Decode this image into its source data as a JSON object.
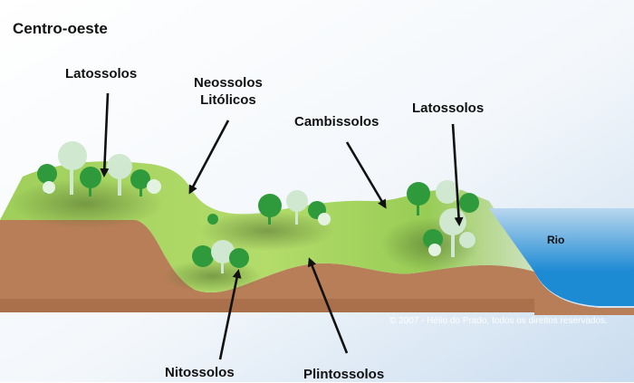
{
  "title": "Centro-oeste",
  "labels": {
    "latossolos_left": "Latossolos",
    "neossolos_line1": "Neossolos",
    "neossolos_line2": "Litólicos",
    "cambissolos": "Cambissolos",
    "latossolos_right": "Latossolos",
    "nitossolos": "Nitossolos",
    "plintossolos": "Plintossolos",
    "rio": "Rio"
  },
  "credit": "© 2007 - Hélio do Prado, todos os direitos reservados.",
  "colors": {
    "sky_top": "#c9dcef",
    "grass": "#a6d65a",
    "grass_dark": "#7fbf3a",
    "soil": "#b77e57",
    "soil_side": "#c48a60",
    "water": "#1d8ad4",
    "tree_dark": "#2f9a3c",
    "tree_light": "#cfe8cf",
    "arrow": "#111111"
  }
}
